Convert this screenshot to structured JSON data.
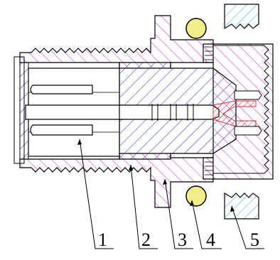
{
  "figure": {
    "callouts": [
      {
        "label": "1"
      },
      {
        "label": "2"
      },
      {
        "label": "3"
      },
      {
        "label": "4"
      },
      {
        "label": "5"
      }
    ],
    "colors": {
      "outline": "#000000",
      "hatch_blue": "#3a3ae0",
      "hatch_magenta": "#e040e0",
      "hatch_cyan": "#39c4d6",
      "hatch_red": "#e03030",
      "oring_yellow": "#f2ef8a",
      "background": "#ffffff"
    }
  }
}
